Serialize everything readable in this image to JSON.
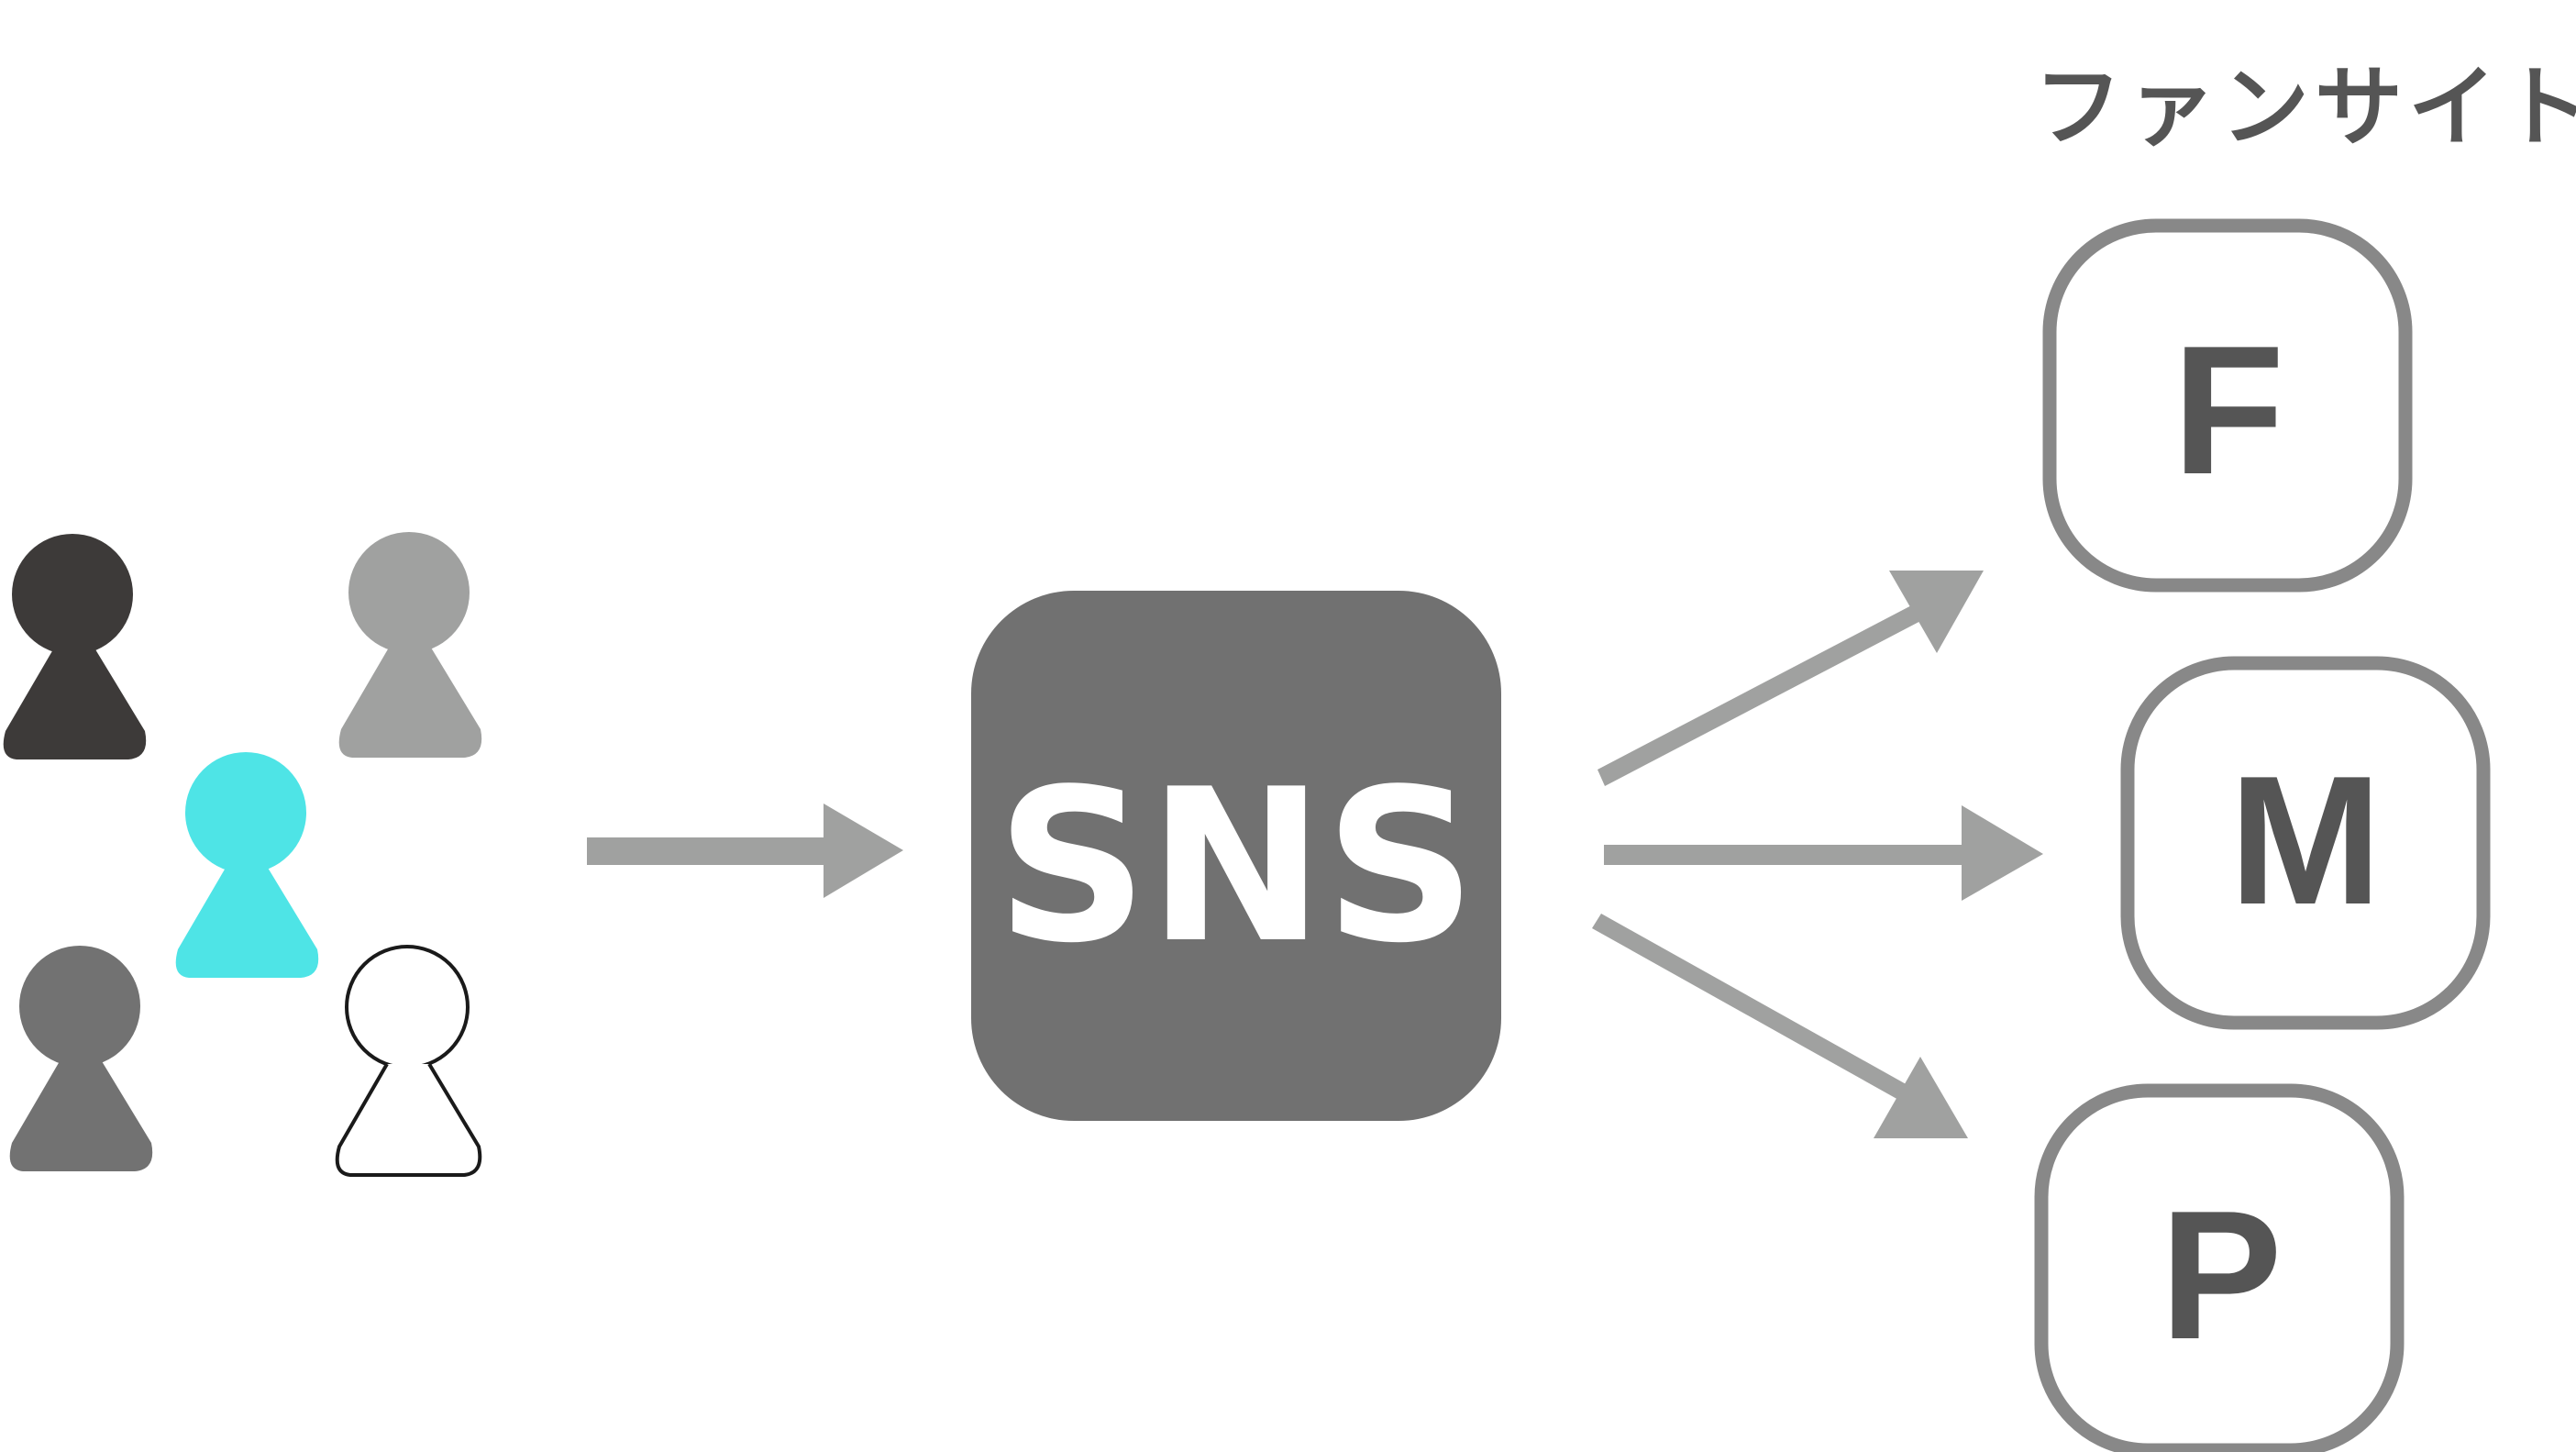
{
  "sns": {
    "label": "SNS"
  },
  "fan_sites": {
    "label": "ファンサイト",
    "sites": [
      {
        "letter": "F"
      },
      {
        "letter": "M"
      },
      {
        "letter": "P"
      }
    ]
  },
  "colors": {
    "person_dark": "#3d3a39",
    "person_light_gray": "#a0a1a0",
    "person_cyan": "#4ee4e6",
    "person_mid_gray": "#727272",
    "person_outline": "#1a1a1a",
    "sns_box": "#717171",
    "arrow": "#a0a1a0",
    "site_border": "#888888",
    "site_letter": "#555555"
  }
}
